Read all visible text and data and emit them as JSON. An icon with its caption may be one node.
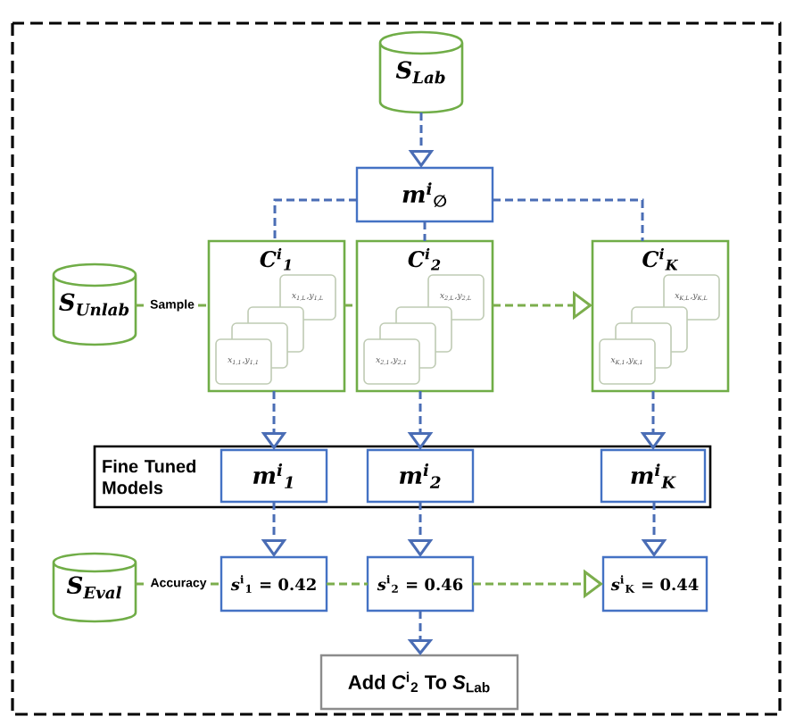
{
  "diagram": {
    "nodes": [
      {
        "text": [
          "S$_{Lab}$"
        ]
      },
      {
        "text": [
          "m$^{i}$$_{∅}$"
        ]
      },
      {
        "text": [
          "S$_{Unlab}$"
        ]
      },
      {
        "text": [
          "C$^{i}$$_{1}$"
        ]
      },
      {
        "text": [
          "x$_{1,L}$,y$_{1,L}$"
        ],
        "in": 3
      },
      {
        "text": [],
        "shape": "box",
        "in": 3
      },
      {
        "text": [],
        "shape": "box",
        "in": 3
      },
      {
        "text": [
          "x$_{1,1}$,y$_{1,1}$"
        ],
        "in": 3
      },
      {
        "text": [
          "C$^{i}$$_{2}$"
        ]
      },
      {
        "text": [
          "x$_{2,L}$,y$_{2,L}$"
        ],
        "in": 8
      },
      {
        "text": [],
        "shape": "box",
        "in": 8
      },
      {
        "text": [],
        "shape": "box",
        "in": 8
      },
      {
        "text": [
          "x$_{2,1}$,y$_{2,1}$"
        ],
        "in": 8
      },
      {
        "text": [
          "C$^{i}$$_{K}$"
        ]
      },
      {
        "text": [
          "x$_{K,L}$,y$_{K,L}$"
        ],
        "in": 13
      },
      {
        "text": [],
        "shape": "box",
        "in": 13
      },
      {
        "text": [],
        "shape": "box",
        "in": 13
      },
      {
        "text": [
          "x$_{K,1}$,y$_{K,1}$"
        ],
        "in": 13
      },
      {
        "text": [
          "Fine Tuned Models"
        ]
      },
      {
        "text": [
          "m$^{i}$$_{1}$"
        ],
        "in": 18
      },
      {
        "text": [
          "m$^{i}$$_{2}$"
        ],
        "in": 18
      },
      {
        "text": [
          "m$^{i}$$_{K}$"
        ],
        "in": 18
      },
      {
        "text": [
          "S$_{Eval}$"
        ]
      },
      {
        "text": [
          "*s*$^{i}$$_{1}$ = 0.42"
        ]
      },
      {
        "text": [
          "*s*$^{i}$$_{2}$ = 0.46"
        ]
      },
      {
        "text": [
          "*s*$^{i}$$_{K}$ = 0.44"
        ]
      },
      {
        "text": [
          "Add *C*$^{i}$$_{2}$ To *S*$_{Lab}$"
        ]
      }
    ],
    "edges": [
      {
        "from": 0,
        "to": 1,
        "arrow": "to",
        "style": "dashed"
      },
      {
        "from": 1,
        "to": 3,
        "arrow": "none",
        "style": "dashed"
      },
      {
        "from": 1,
        "to": 8,
        "arrow": "none",
        "style": "dashed"
      },
      {
        "from": 1,
        "to": 13,
        "arrow": "none",
        "style": "dashed"
      },
      {
        "from": 2,
        "to": 3,
        "arrow": "none",
        "label": "Sample",
        "style": "dashed",
        "color": "#7cae4d"
      },
      {
        "from": 3,
        "to": 8,
        "arrow": "none",
        "style": "dashed",
        "color": "#7cae4d"
      },
      {
        "from": 8,
        "to": 13,
        "arrow": "to",
        "style": "dashed",
        "color": "#7cae4d"
      },
      {
        "from": 3,
        "to": 19,
        "arrow": "to",
        "style": "dashed"
      },
      {
        "from": 8,
        "to": 20,
        "arrow": "to",
        "style": "dashed"
      },
      {
        "from": 13,
        "to": 21,
        "arrow": "to",
        "style": "dashed"
      },
      {
        "from": 19,
        "to": 23,
        "arrow": "to",
        "style": "dashed"
      },
      {
        "from": 20,
        "to": 24,
        "arrow": "to",
        "style": "dashed"
      },
      {
        "from": 21,
        "to": 25,
        "arrow": "to",
        "style": "dashed"
      },
      {
        "from": 22,
        "to": 23,
        "arrow": "none",
        "label": "Accuracy",
        "style": "dashed",
        "color": "#7cae4d"
      },
      {
        "from": 23,
        "to": 24,
        "arrow": "none",
        "style": "dashed",
        "color": "#7cae4d"
      },
      {
        "from": 24,
        "to": 25,
        "arrow": "to",
        "style": "dashed",
        "color": "#7cae4d"
      },
      {
        "from": 24,
        "to": 26,
        "arrow": "to",
        "style": "dashed"
      }
    ]
  }
}
